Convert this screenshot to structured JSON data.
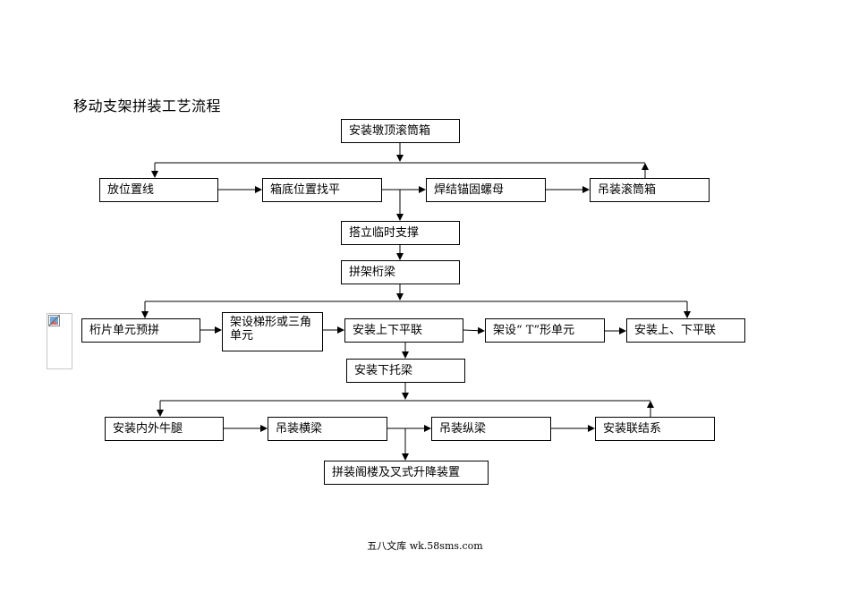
{
  "title": "移动支架拼装工艺流程",
  "footer": "五八文库 wk.58sms.com",
  "steps": {
    "s1": "安装墩顶滚筒箱",
    "s2a": "放位置线",
    "s2b": "箱底位置找平",
    "s2c": "焊结锚固螺母",
    "s2d": "吊装滚筒箱",
    "s3": "搭立临时支撑",
    "s4": "拼架桁梁",
    "s5a": "桁片单元预拼",
    "s5b": "架设梯形或三角单元",
    "s5c": "安装上下平联",
    "s5d": "架设“ T”形单元",
    "s5e": "安装上、下平联",
    "s6": "安装下托梁",
    "s7a": "安装内外牛腿",
    "s7b": "吊装横梁",
    "s7c": "吊装纵梁",
    "s7d": "安装联结系",
    "s8": "拼装阁楼及叉式升降装置"
  },
  "colors": {
    "line": "#000000",
    "background": "#ffffff"
  }
}
